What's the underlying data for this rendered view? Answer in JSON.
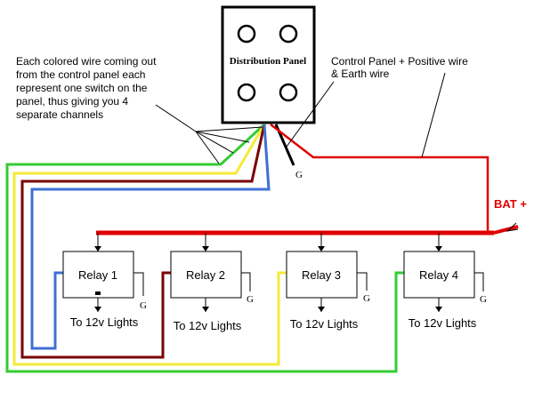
{
  "panel": {
    "label": "Distribution Panel"
  },
  "annotations": {
    "channels_note": [
      "Each colored wire coming out",
      "from the control panel each",
      "represent one switch on the",
      "panel, thus giving you 4",
      "separate channels"
    ],
    "control_note": [
      "Control Panel + Positive wire",
      "& Earth wire"
    ],
    "bat_label": "BAT +",
    "ground_label": "G"
  },
  "relays": [
    {
      "label": "Relay 1",
      "lights": "To 12v Lights",
      "wire_color": "#3f6fd6"
    },
    {
      "label": "Relay 2",
      "lights": "To 12v Lights",
      "wire_color": "#7a0000"
    },
    {
      "label": "Relay 3",
      "lights": "To 12v Lights",
      "wire_color": "#f5ea3a"
    },
    {
      "label": "Relay 4",
      "lights": "To 12v Lights",
      "wire_color": "#33cc33"
    }
  ],
  "colors": {
    "positive": "#e00000",
    "earth": "#000000",
    "blue": "#3f6fd6",
    "maroon": "#7a0000",
    "yellow": "#f5ea3a",
    "green": "#33cc33"
  }
}
